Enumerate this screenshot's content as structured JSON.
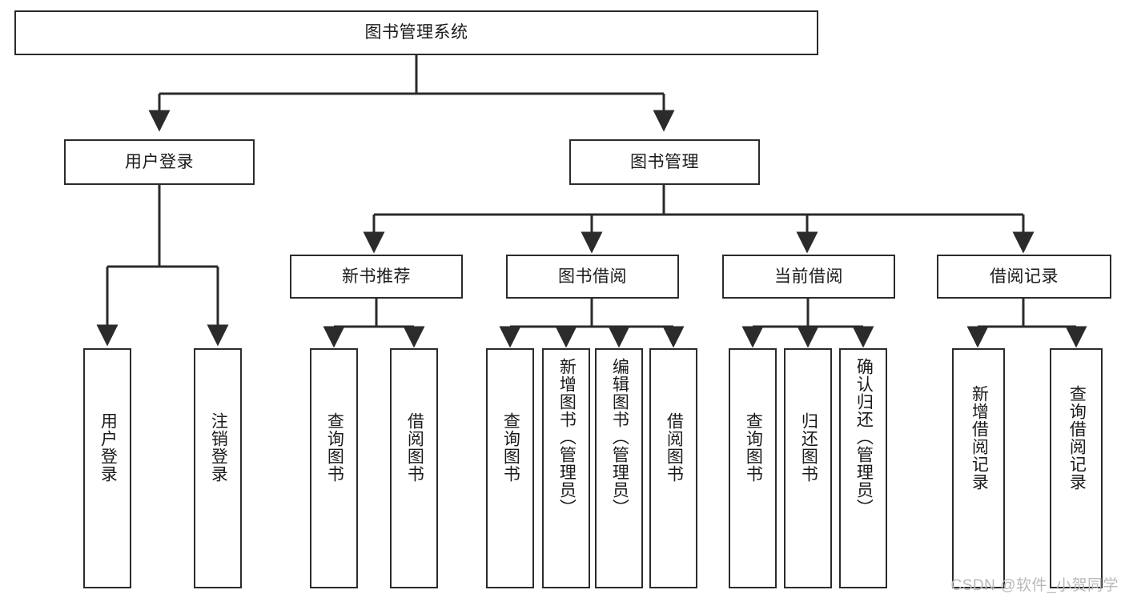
{
  "diagram": {
    "title": "图书管理系统",
    "type": "hierarchy-tree",
    "orientation": "top-down",
    "levels": 4,
    "colors": {
      "stroke": "#2b2b2b",
      "fill": "#ffffff",
      "text": "#1a1a1a",
      "watermark": "#b9b9b9"
    },
    "root": {
      "id": "root",
      "label": "图书管理系统",
      "text_orientation": "horizontal"
    },
    "level2": [
      {
        "id": "user-login",
        "label": "用户登录",
        "text_orientation": "horizontal"
      },
      {
        "id": "book-management",
        "label": "图书管理",
        "text_orientation": "horizontal"
      }
    ],
    "level3": [
      {
        "id": "new-book-recommend",
        "label": "新书推荐",
        "parent": "book-management",
        "text_orientation": "horizontal"
      },
      {
        "id": "book-borrow",
        "label": "图书借阅",
        "parent": "book-management",
        "text_orientation": "horizontal"
      },
      {
        "id": "current-borrow",
        "label": "当前借阅",
        "parent": "book-management",
        "text_orientation": "horizontal"
      },
      {
        "id": "borrow-record",
        "label": "借阅记录",
        "parent": "book-management",
        "text_orientation": "horizontal"
      }
    ],
    "leaves": [
      {
        "id": "leaf-user-login",
        "label": "用户登录",
        "parent": "user-login",
        "text_orientation": "vertical"
      },
      {
        "id": "leaf-logout",
        "label": "注销登录",
        "parent": "user-login",
        "text_orientation": "vertical"
      },
      {
        "id": "leaf-query-book-1",
        "label": "查询图书",
        "parent": "new-book-recommend",
        "text_orientation": "vertical"
      },
      {
        "id": "leaf-borrow-book-1",
        "label": "借阅图书",
        "parent": "new-book-recommend",
        "text_orientation": "vertical"
      },
      {
        "id": "leaf-query-book-2",
        "label": "查询图书",
        "parent": "book-borrow",
        "text_orientation": "vertical"
      },
      {
        "id": "leaf-add-book",
        "label": "新增图书（管理员）",
        "parent": "book-borrow",
        "text_orientation": "vertical"
      },
      {
        "id": "leaf-edit-book",
        "label": "编辑图书（管理员）",
        "parent": "book-borrow",
        "text_orientation": "vertical"
      },
      {
        "id": "leaf-borrow-book-2",
        "label": "借阅图书",
        "parent": "book-borrow",
        "text_orientation": "vertical"
      },
      {
        "id": "leaf-query-book-3",
        "label": "查询图书",
        "parent": "current-borrow",
        "text_orientation": "vertical"
      },
      {
        "id": "leaf-return-book",
        "label": "归还图书",
        "parent": "current-borrow",
        "text_orientation": "vertical"
      },
      {
        "id": "leaf-confirm-return",
        "label": "确认归还（管理员）",
        "parent": "current-borrow",
        "text_orientation": "vertical"
      },
      {
        "id": "leaf-add-record",
        "label": "新增借阅记录",
        "parent": "borrow-record",
        "text_orientation": "vertical"
      },
      {
        "id": "leaf-query-record",
        "label": "查询借阅记录",
        "parent": "borrow-record",
        "text_orientation": "vertical"
      }
    ]
  },
  "watermark": {
    "text": "CSDN @软件_小贺同学"
  }
}
